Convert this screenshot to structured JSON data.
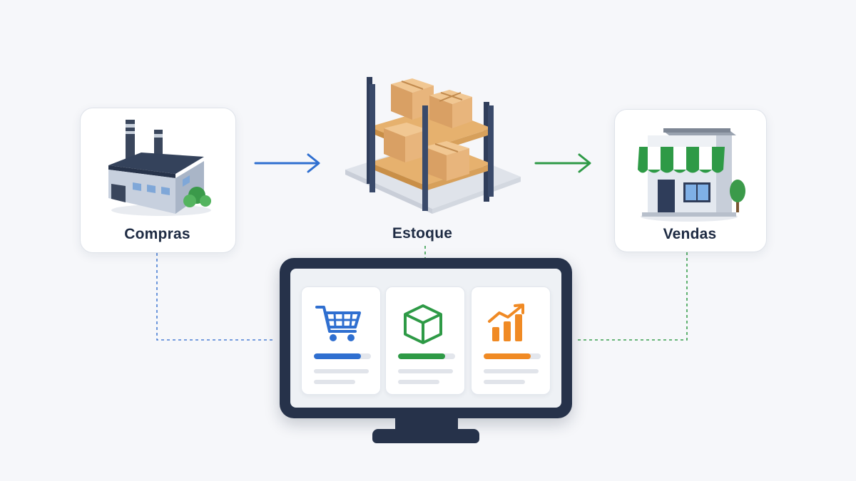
{
  "nodes": {
    "compras": {
      "label": "Compras",
      "icon": "factory-icon"
    },
    "estoque": {
      "label": "Estoque",
      "icon": "warehouse-shelf-icon"
    },
    "vendas": {
      "label": "Vendas",
      "icon": "storefront-icon"
    }
  },
  "links": {
    "compras_to_estoque": {
      "from": "compras",
      "to": "estoque",
      "style": "solid-arrow",
      "color": "#2f6fd0"
    },
    "estoque_to_vendas": {
      "from": "estoque",
      "to": "vendas",
      "style": "solid-arrow",
      "color": "#2e9a46"
    },
    "compras_to_monitor": {
      "from": "compras",
      "to": "system",
      "style": "dashed",
      "color": "#4a7fd4"
    },
    "estoque_to_monitor": {
      "from": "estoque",
      "to": "system",
      "style": "dashed",
      "color": "#3aa04f"
    },
    "vendas_to_monitor": {
      "from": "vendas",
      "to": "system",
      "style": "dashed",
      "color": "#3aa04f"
    }
  },
  "system": {
    "icon": "monitor-icon",
    "panels": [
      {
        "icon": "shopping-cart-icon",
        "color": "#2f6fd0",
        "progress": 0.83
      },
      {
        "icon": "box-icon",
        "color": "#2e9a46",
        "progress": 0.83
      },
      {
        "icon": "growth-chart-icon",
        "color": "#f08a24",
        "progress": 0.83
      }
    ]
  },
  "colors": {
    "background": "#f6f7fa",
    "frame": "#26324a",
    "text": "#1e2b43"
  }
}
